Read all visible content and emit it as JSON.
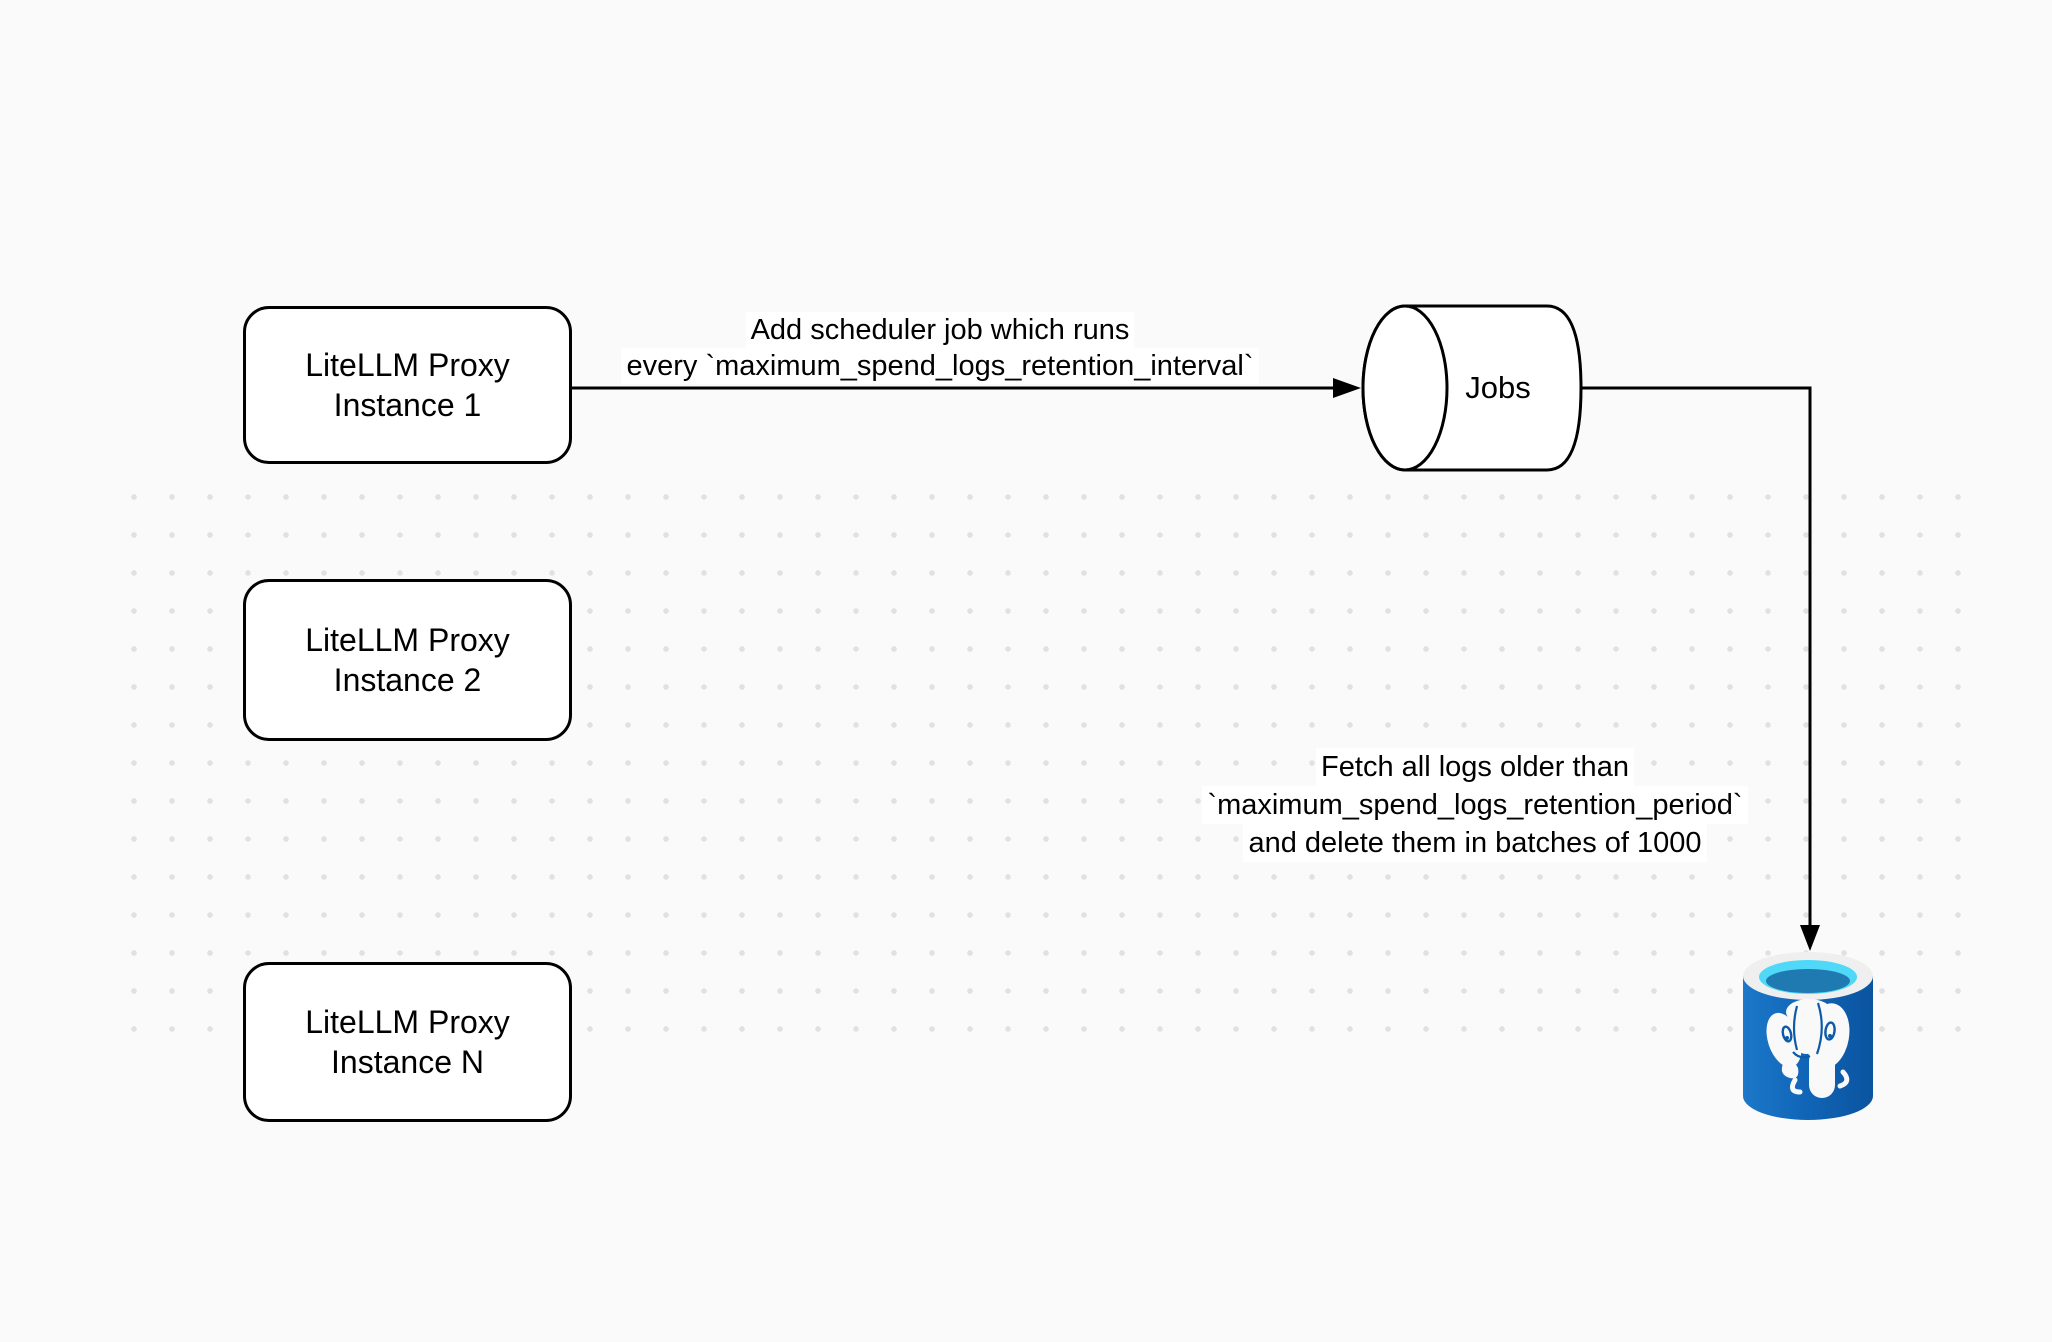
{
  "nodes": {
    "proxy1": {
      "lines": [
        "LiteLLM Proxy",
        "Instance 1"
      ]
    },
    "proxy2": {
      "lines": [
        "LiteLLM Proxy",
        "Instance 2"
      ]
    },
    "proxyN": {
      "lines": [
        "LiteLLM Proxy",
        "Instance N"
      ]
    },
    "jobs": {
      "label": "Jobs"
    },
    "postgres": {
      "icon": "postgresql-database-icon"
    }
  },
  "edges": {
    "add_scheduler": {
      "lines": [
        "Add scheduler job which runs",
        "every `maximum_spend_logs_retention_interval`"
      ]
    },
    "fetch_delete": {
      "lines": [
        "Fetch all logs older than",
        "`maximum_spend_logs_retention_period`",
        "and delete them in batches of 1000"
      ]
    }
  },
  "colors": {
    "canvas": "#FAFAFA",
    "grid_dot": "#E1E1E1",
    "stroke": "#000000",
    "node_fill": "#FFFFFF",
    "postgres_blue_light": "#1C78C9",
    "postgres_blue": "#1166B8",
    "postgres_blue_dark": "#0A549F",
    "postgres_rim": "#EFEFEF",
    "postgres_cyan": "#4FD8F7",
    "postgres_inner": "#1E7AB0"
  }
}
